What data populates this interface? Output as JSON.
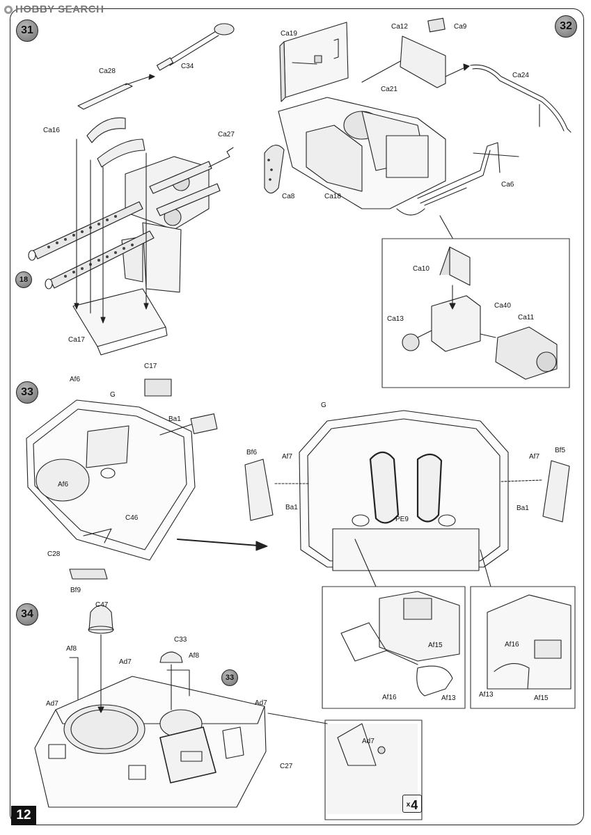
{
  "watermark": "HOBBY SEARCH",
  "page_number": "12",
  "steps": {
    "s31": "31",
    "s32": "32",
    "s33": "33",
    "s34": "34",
    "ref18": "18",
    "ref33": "33"
  },
  "parts": {
    "C34": "C34",
    "Ca28": "Ca28",
    "Ca16": "Ca16",
    "Ca27": "Ca27",
    "Ca17": "Ca17",
    "Ca19": "Ca19",
    "Ca12": "Ca12",
    "Ca9": "Ca9",
    "Ca21": "Ca21",
    "Ca24": "Ca24",
    "Ca8": "Ca8",
    "Ca18": "Ca18",
    "Ca6": "Ca6",
    "Ca10": "Ca10",
    "Ca40": "Ca40",
    "Ca13": "Ca13",
    "Ca11": "Ca11",
    "C17": "C17",
    "Af6a": "Af6",
    "G1": "G",
    "Ba1a": "Ba1",
    "Af6b": "Af6",
    "C46": "C46",
    "C28": "C28",
    "Bf9": "Bf9",
    "G2": "G",
    "Bf6": "Bf6",
    "Af7a": "Af7",
    "Ba1b": "Ba1",
    "PE9": "PE9",
    "Af7b": "Af7",
    "Bf5": "Bf5",
    "Ba1c": "Ba1",
    "Af15a": "Af15",
    "Af16a": "Af16",
    "Af13a": "Af13",
    "Af16b": "Af16",
    "Af13b": "Af13",
    "Af15b": "Af15",
    "C47": "C47",
    "Af8a": "Af8",
    "Ad7a": "Ad7",
    "C33": "C33",
    "Af8b": "Af8",
    "Ad7b": "Ad7",
    "Ad7c": "Ad7",
    "C27": "C27",
    "Ad7d": "Ad7"
  },
  "quantity_badge": {
    "prefix": "x",
    "count": "4"
  }
}
